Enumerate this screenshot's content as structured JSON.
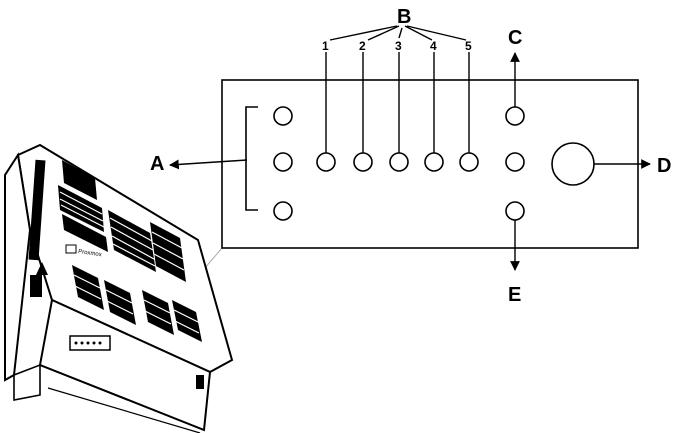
{
  "diagram": {
    "label_a": "A",
    "label_b": "B",
    "label_c": "C",
    "label_d": "D",
    "label_e": "E",
    "numbers": [
      "1",
      "2",
      "3",
      "4",
      "5"
    ]
  },
  "device": {
    "brand_text": "Proxmox"
  }
}
